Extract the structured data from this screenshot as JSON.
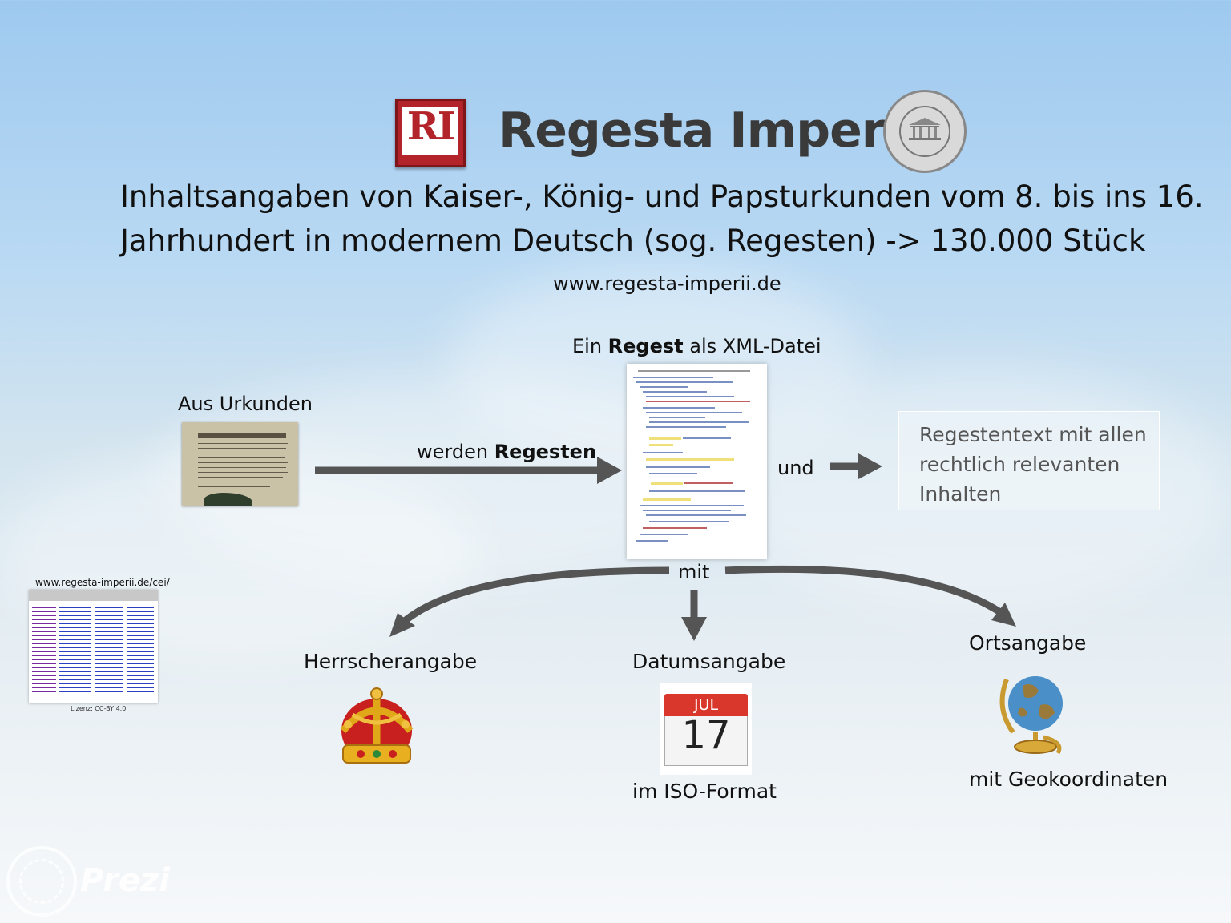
{
  "header": {
    "logo_text": "RI",
    "title": "Regesta Imperii",
    "seal_icon": "academy-seal-icon"
  },
  "subtitle": {
    "line1": "Inhaltsangaben von Kaiser-, König- und Papsturkunden vom 8. bis ins 16.",
    "line2": "Jahrhundert in modernem Deutsch (sog. Regesten) -> 130.000 Stück"
  },
  "website": "www.regesta-imperii.de",
  "diagram": {
    "source": {
      "label": "Aus Urkunden",
      "icon": "charter-document-icon"
    },
    "transform": {
      "prefix": "werden ",
      "bold": "Regesten"
    },
    "xml": {
      "prefix": "Ein ",
      "bold": "Regest",
      "suffix": " als XML-Datei",
      "icon": "xml-document-icon"
    },
    "connector_und": "und",
    "result_text": "Regestentext mit allen rechtlich relevanten Inhalten",
    "connector_mit": "mit",
    "branches": {
      "ruler": {
        "label": "Herrscherangabe",
        "icon": "crown-icon"
      },
      "date": {
        "label": "Datumsangabe",
        "icon": "calendar-icon",
        "month": "JUL",
        "day": "17",
        "note": "im ISO-Format"
      },
      "place": {
        "label": "Ortsangabe",
        "icon": "globe-icon",
        "note": "mit  Geokoordinaten"
      }
    }
  },
  "cei": {
    "label": "www.regesta-imperii.de/cei/",
    "license": "Lizenz: CC-BY 4.0",
    "icon": "cei-listing-screenshot-icon"
  },
  "branding": {
    "logo_text": "Prezi",
    "icon": "prezi-logo-icon"
  },
  "colors": {
    "ri_red": "#b3242a",
    "arrow_gray": "#555555",
    "calendar_red": "#d9362c"
  }
}
